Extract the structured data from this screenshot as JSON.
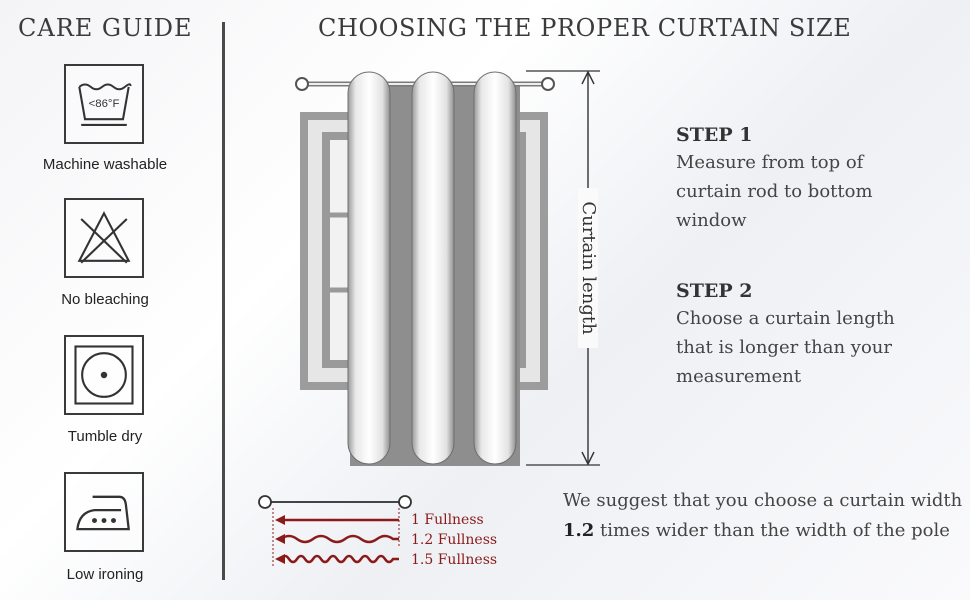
{
  "care_guide": {
    "title": "CARE GUIDE",
    "items": [
      {
        "label": "Machine washable",
        "icon": "machine-wash-icon",
        "temp": "<86°F"
      },
      {
        "label": "No bleaching",
        "icon": "no-bleach-icon"
      },
      {
        "label": "Tumble dry",
        "icon": "tumble-dry-icon"
      },
      {
        "label": "Low ironing",
        "icon": "low-iron-icon"
      }
    ]
  },
  "main": {
    "title": "CHOOSING THE PROPER CURTAIN SIZE",
    "length_label": "Curtain length",
    "steps": [
      {
        "title": "STEP 1",
        "text": [
          "Measure from top of",
          "curtain rod to bottom",
          "window"
        ]
      },
      {
        "title": "STEP 2",
        "text": [
          "Choose a curtain length",
          "that is longer than your",
          "measurement"
        ]
      }
    ],
    "fullness": [
      "1 Fullness",
      "1.2 Fullness",
      "1.5 Fullness"
    ],
    "suggestion": {
      "before": "We suggest that you choose a curtain width ",
      "bold": "1.2",
      "after": " times wider than the width of the pole"
    }
  },
  "colors": {
    "text": "#3a3a3a",
    "fullness_red": "#8b1a1a"
  }
}
